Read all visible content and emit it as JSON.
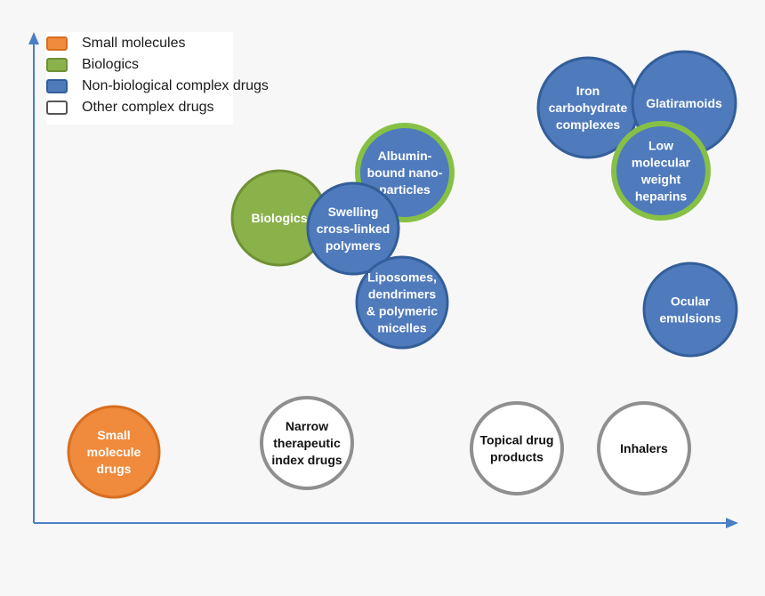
{
  "legend": {
    "items": [
      {
        "key": "small",
        "label": "Small molecules",
        "fill": "#f08a3c",
        "stroke": "#d86e20"
      },
      {
        "key": "bio",
        "label": "Biologics",
        "fill": "#8bb14b",
        "stroke": "#6f9134"
      },
      {
        "key": "nbcd",
        "label": "Non-biological complex drugs",
        "fill": "#4f7bbd",
        "stroke": "#335e99"
      },
      {
        "key": "other",
        "label": "Other complex drugs",
        "fill": "#ffffff",
        "stroke": "#555555"
      }
    ]
  },
  "colors": {
    "axis": "#4a7fc4",
    "ring_green": "#86c145",
    "gray_ring": "#8f8f8f",
    "text_white": "#ffffff",
    "text_dark": "#111111"
  },
  "bubbles": [
    {
      "id": "small-molecule-drugs",
      "category": "small",
      "lines": [
        "Small",
        "molecule",
        "drugs"
      ]
    },
    {
      "id": "narrow-therapeutic",
      "category": "other",
      "lines": [
        "Narrow",
        "therapeutic",
        "index drugs"
      ]
    },
    {
      "id": "topical-drug-products",
      "category": "other",
      "lines": [
        "Topical drug",
        "products"
      ]
    },
    {
      "id": "inhalers",
      "category": "other",
      "lines": [
        "Inhalers"
      ]
    },
    {
      "id": "biologics",
      "category": "bio",
      "lines": [
        "Biologics"
      ]
    },
    {
      "id": "albumin-bound",
      "category": "nbcd",
      "ring": true,
      "lines": [
        "Albumin-",
        "bound nano-",
        "particles"
      ]
    },
    {
      "id": "swelling-polymers",
      "category": "nbcd",
      "lines": [
        "Swelling",
        "cross-linked",
        "polymers"
      ]
    },
    {
      "id": "liposomes",
      "category": "nbcd",
      "lines": [
        "Liposomes,",
        "dendrimers",
        "& polymeric",
        "micelles"
      ]
    },
    {
      "id": "iron-carbohydrate",
      "category": "nbcd",
      "lines": [
        "Iron",
        "carbohydrate",
        "complexes"
      ]
    },
    {
      "id": "glatiramoids",
      "category": "nbcd",
      "lines": [
        "Glatiramoids"
      ]
    },
    {
      "id": "low-molecular-weight-heparins",
      "category": "nbcd",
      "ring": true,
      "lines": [
        "Low",
        "molecular",
        "weight",
        "heparins"
      ]
    },
    {
      "id": "ocular-emulsions",
      "category": "nbcd",
      "lines": [
        "Ocular",
        "emulsions"
      ]
    }
  ]
}
